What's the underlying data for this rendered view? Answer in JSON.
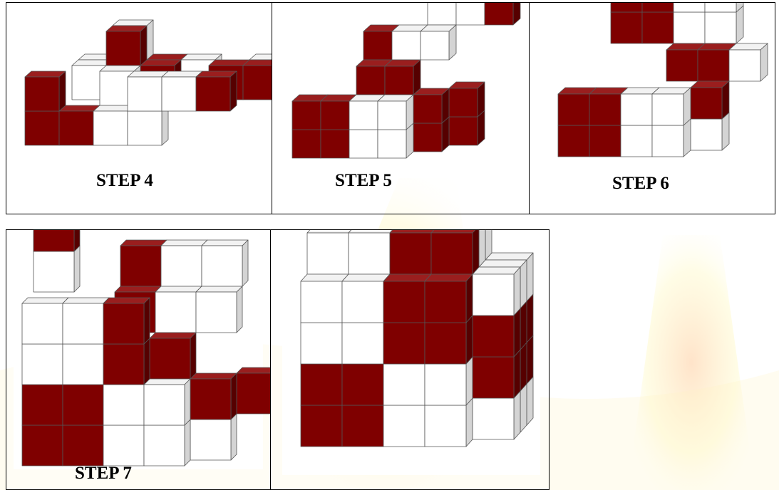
{
  "colors": {
    "red_front": "#7f0000",
    "red_top": "#9a1e1e",
    "red_side": "#560000",
    "white_front": "#ffffff",
    "white_top": "#f2f2f2",
    "white_side": "#d4d4d4",
    "edge": "#555555",
    "watermark_orange": "#ffb066",
    "watermark_yellow": "#fff59a"
  },
  "labels": {
    "step4": "STEP 4",
    "step5": "STEP 5",
    "step6": "STEP 6",
    "step7": "STEP 7"
  }
}
